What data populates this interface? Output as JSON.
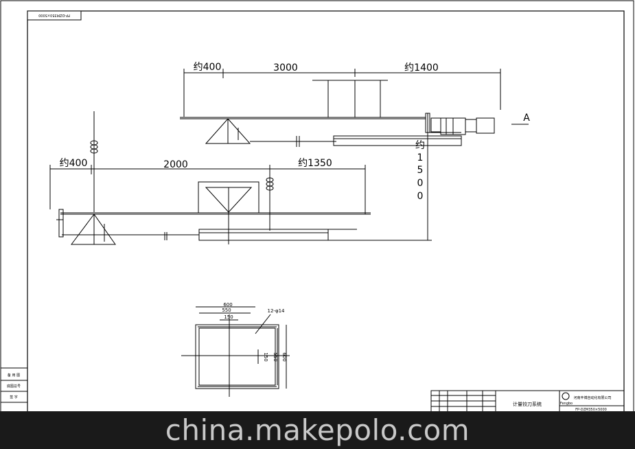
{
  "drawing": {
    "code_box": "FP-DZM350×5000",
    "upper": {
      "d_left": "约400",
      "d_mid": "3000",
      "d_right": "约1400",
      "section_mark": "A"
    },
    "vertical_dim": [
      "约",
      "1",
      "5",
      "0",
      "0"
    ],
    "lower": {
      "d_left": "约400",
      "d_mid": "2000",
      "d_right": "约1350"
    },
    "section_view": {
      "d_600_top": "600",
      "d_550_top": "550",
      "d_150_top": "150",
      "d_holes": "12-φ14",
      "d_150_side": "150",
      "d_550_side": "550",
      "d_600_side": "600"
    },
    "title_block": {
      "title": "计量铰刀系统",
      "company": "河南丰博自动化有限公司",
      "logo": "Fengbo",
      "drawing_no": "FP-DZM350×5000"
    },
    "left_block": [
      "备 用 图",
      "底图总号",
      "签 字"
    ]
  },
  "watermark": "china.makepolo.com"
}
